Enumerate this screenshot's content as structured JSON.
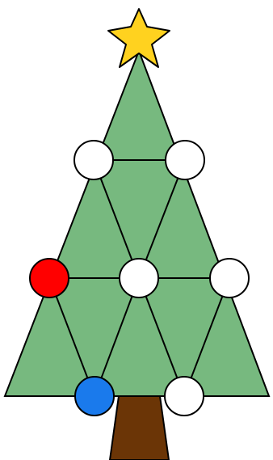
{
  "colors": {
    "background": "#ffffff",
    "tree_fill": "#77b97f",
    "outline": "#000000",
    "trunk": "#6b3506",
    "star": "#ffd21f",
    "ornament_white": "#ffffff",
    "ornament_red": "#ff0000",
    "ornament_blue": "#1a7aec"
  },
  "ornaments": [
    {
      "name": "ornament-top-left",
      "color": "white"
    },
    {
      "name": "ornament-top-right",
      "color": "white"
    },
    {
      "name": "ornament-middle-left",
      "color": "red"
    },
    {
      "name": "ornament-middle-center",
      "color": "white"
    },
    {
      "name": "ornament-middle-right",
      "color": "white"
    },
    {
      "name": "ornament-bottom-left",
      "color": "blue"
    },
    {
      "name": "ornament-bottom-right",
      "color": "white"
    }
  ],
  "icons": {
    "star": "star-icon"
  }
}
